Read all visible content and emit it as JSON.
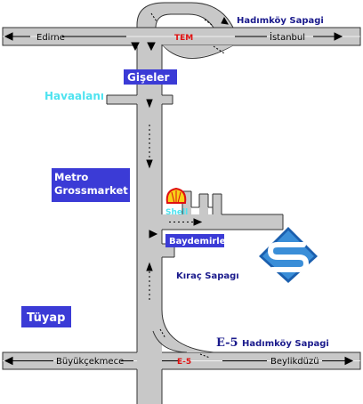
{
  "map": {
    "roads": {
      "edirne": "Edirne",
      "istanbul": "İstanbul",
      "buyukcekmece": "Büyükçekmece",
      "beylikduzu": "Beylikdüzü",
      "tem": "TEM",
      "e5": "E-5"
    },
    "places": {
      "hadimkoy_top": "Hadımköy Sapagi",
      "giseler": "Gişeler",
      "havaalani": "Havaalanı",
      "metro": "Metro Grossmarket",
      "shell": "Shell",
      "baydemirler": "Baydemirler",
      "kirac": "Kıraç Sapagı",
      "tuyap": "Tüyap",
      "e5_label": "E-5",
      "hadimkoy_bottom": "Hadımköy Sapagi"
    },
    "colors": {
      "road": "#c8c8c8",
      "road_edge": "#333333",
      "label_box": "#3b3bd6",
      "label_text_light": "#ffffff",
      "label_text_blue": "#1a1a8c",
      "cyan_text": "#4fe3f0",
      "red_text": "#e01010",
      "logo_blue": "#1b5fae"
    },
    "icons": [
      "shell-logo-icon",
      "company-logo-icon"
    ]
  }
}
